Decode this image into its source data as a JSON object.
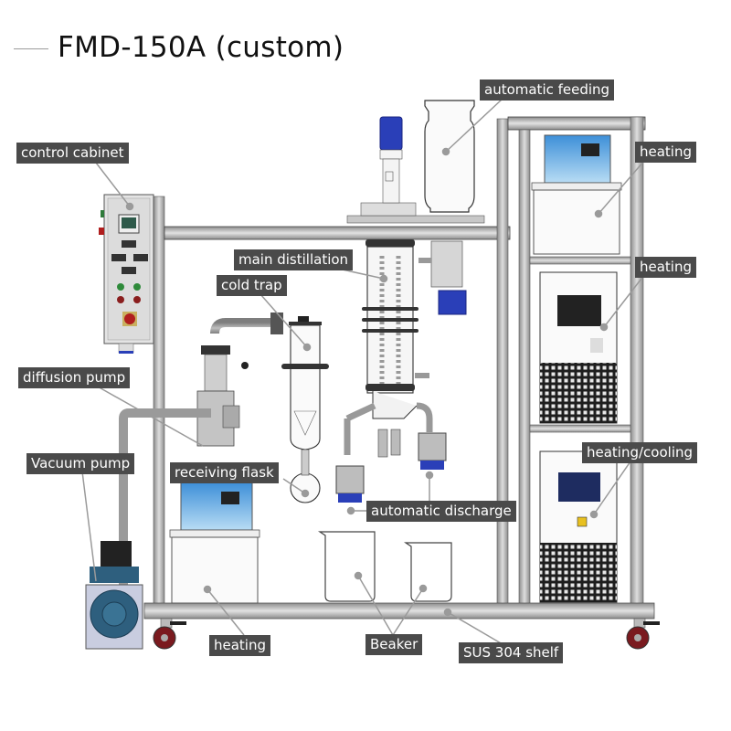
{
  "title": "FMD-150A  (custom)",
  "labels": {
    "automatic_feeding": "automatic feeding",
    "control_cabinet": "control cabinet",
    "heating_top": "heating",
    "main_distillation": "main distillation",
    "heating_middle": "heating",
    "cold_trap": "cold trap",
    "diffusion_pump": "diffusion pump",
    "heating_cooling": "heating/cooling",
    "vacuum_pump": "Vacuum pump",
    "receiving_flask": "receiving flask",
    "automatic_discharge": "automatic discharge",
    "heating_bottom": "heating",
    "beaker": "Beaker",
    "shelf": "SUS 304 shelf"
  },
  "colors": {
    "label_bg": "#4a4a4a",
    "label_text": "#ffffff",
    "frame_steel": "#a8a8a8",
    "motor_blue": "#2a3fb8",
    "pump_blue": "#2e5f7e",
    "panel_blue": "#4aa3e0",
    "caster_red": "#7a1a1f",
    "leader_line": "#9a9a9a"
  }
}
